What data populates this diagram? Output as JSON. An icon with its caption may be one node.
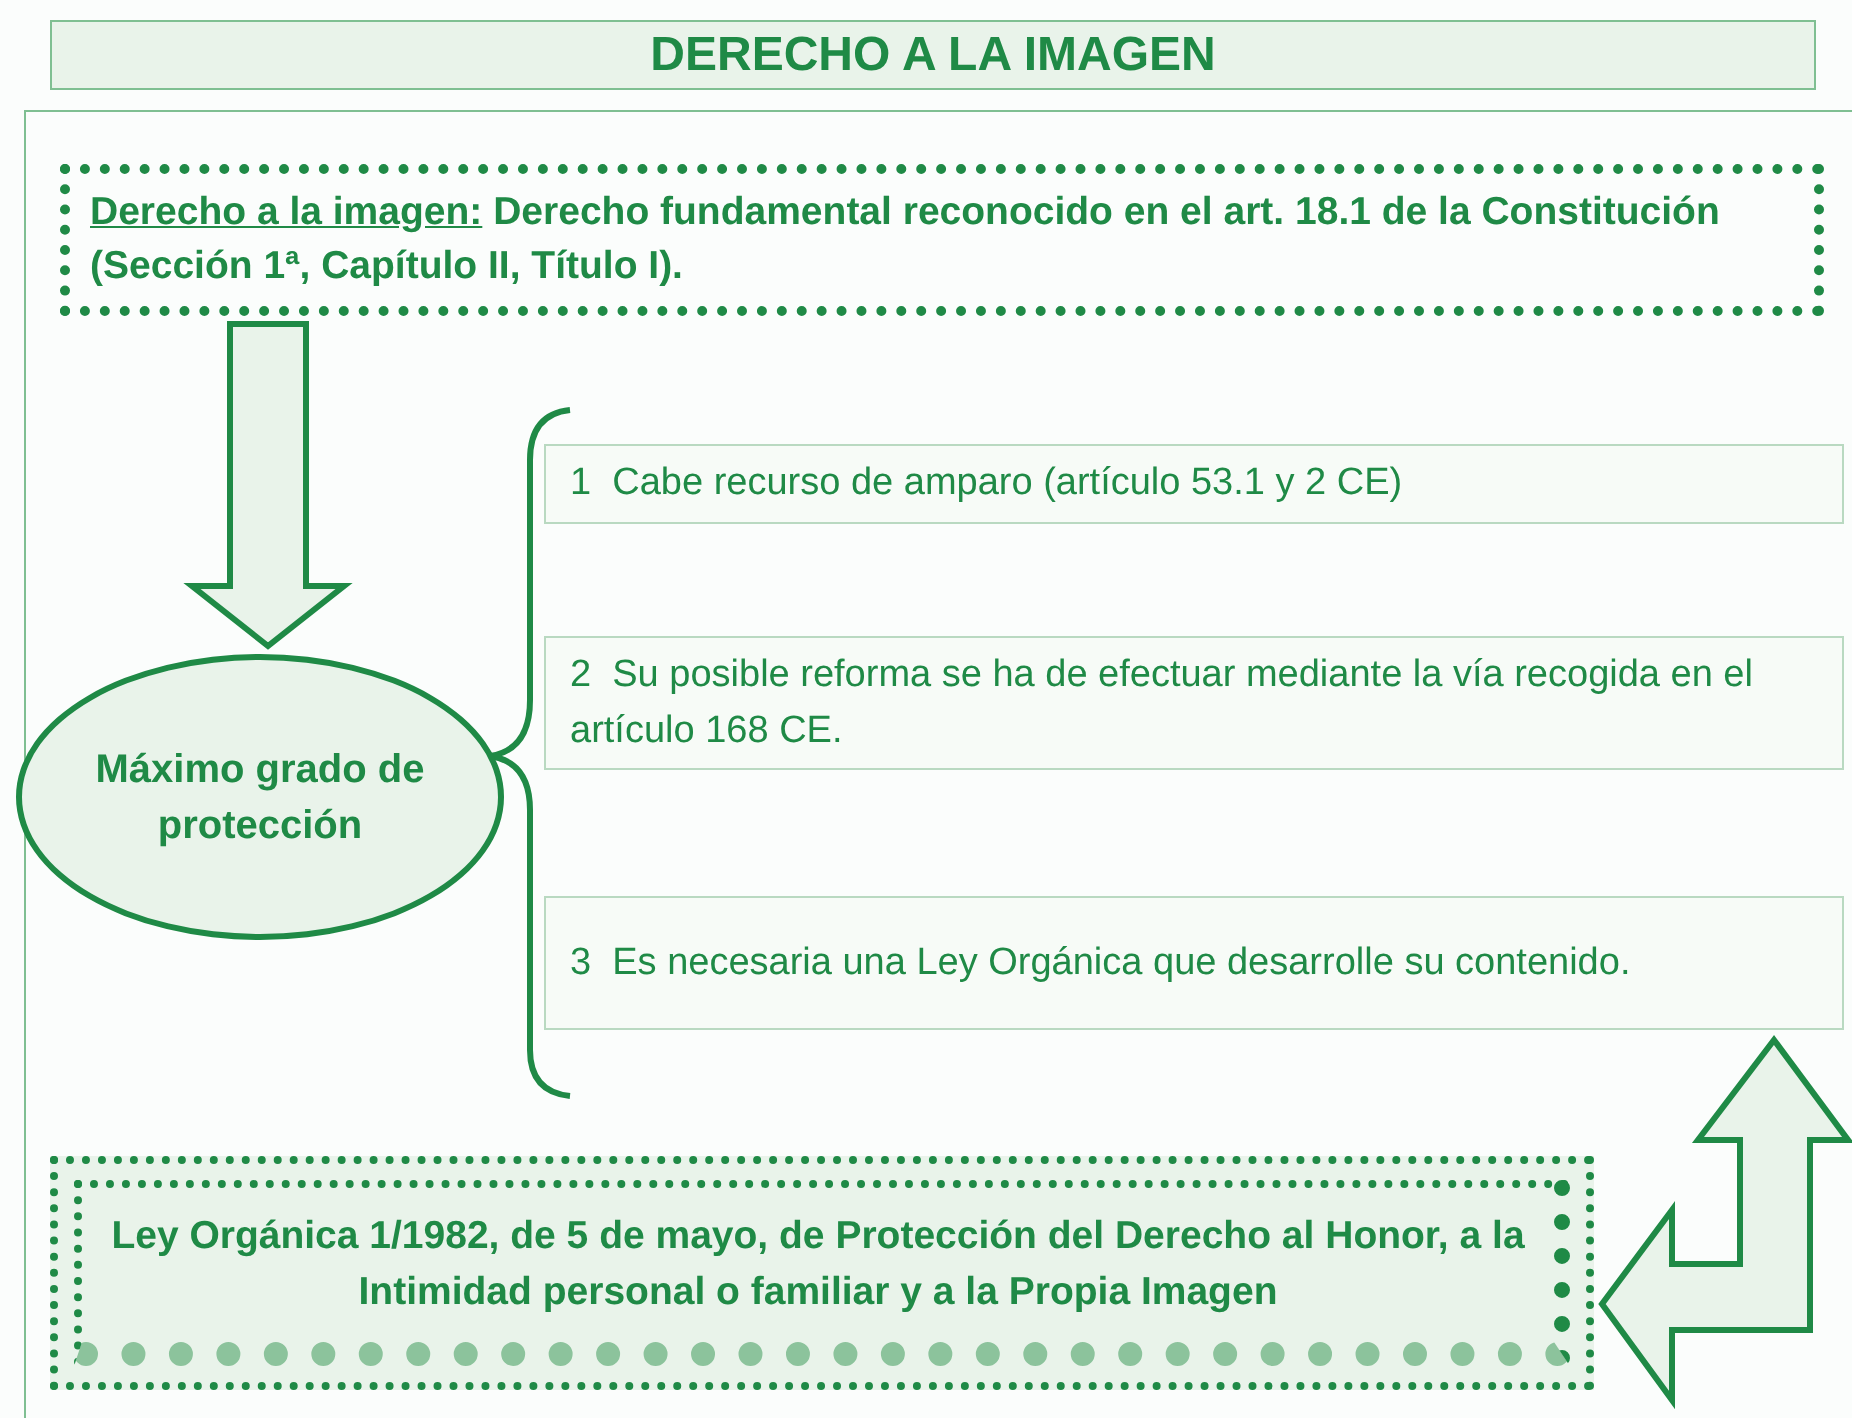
{
  "diagram": {
    "title": "DERECHO A LA IMAGEN",
    "nodes": [
      {
        "text": [
          "Derecho a la imagen:",
          "Derecho fundamental reconocido en el art. 18.1 de la Constitución (Sección 1ª, Capítulo II, Título I)."
        ]
      },
      {
        "text": [
          "Máximo grado de protección"
        ]
      },
      {
        "text": [
          "1  Cabe recurso de amparo (artículo 53.1 y 2 CE)"
        ]
      },
      {
        "text": [
          "2  Su posible reforma se ha de efectuar mediante la vía recogida en el artículo 168 CE."
        ]
      },
      {
        "text": [
          "3  Es necesaria una Ley Orgánica que desarrolle su contenido."
        ]
      },
      {
        "text": [
          "Ley Orgánica 1/1982, de 5 de mayo, de Protección del Derecho al Honor, a la Intimidad personal o familiar y a la Propia Imagen"
        ]
      }
    ],
    "edges": [
      {
        "from": 0,
        "to": 1,
        "arrow": "to",
        "style": "thick"
      },
      {
        "from": 4,
        "to": 5,
        "arrow": "both",
        "style": "thick"
      }
    ]
  }
}
